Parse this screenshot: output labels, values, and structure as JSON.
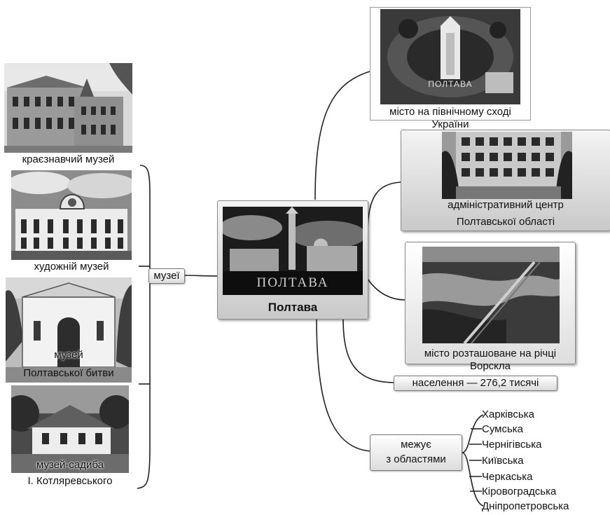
{
  "center": {
    "title": "Полтава",
    "photo_caption": "ПОЛТАВА"
  },
  "museums_hub": "музеї",
  "museums": [
    {
      "label": "краєзнавчий музей"
    },
    {
      "label": "художній музей"
    },
    {
      "label_line1": "музей",
      "label_line2": "Полтавської битви"
    },
    {
      "label_line1": "музей-садиба",
      "label_line2": "І. Котляревського"
    }
  ],
  "facts": {
    "location": {
      "label": "місто на північному сході України",
      "photo_caption": "ПОЛТАВА"
    },
    "admin": {
      "label_line1": "адміністративний центр",
      "label_line2": "Полтавської області"
    },
    "river": {
      "label": "місто розташоване на річці Ворскла"
    },
    "population": {
      "label": "населення — 276,2 тисячі"
    },
    "borders": {
      "label_line1": "межує",
      "label_line2": "з областями"
    }
  },
  "bordering_regions": [
    "Харківська",
    "Сумська",
    "Чернігівська",
    "Київська",
    "Черкаська",
    "Кіровоградська",
    "Дніпропетровська"
  ]
}
